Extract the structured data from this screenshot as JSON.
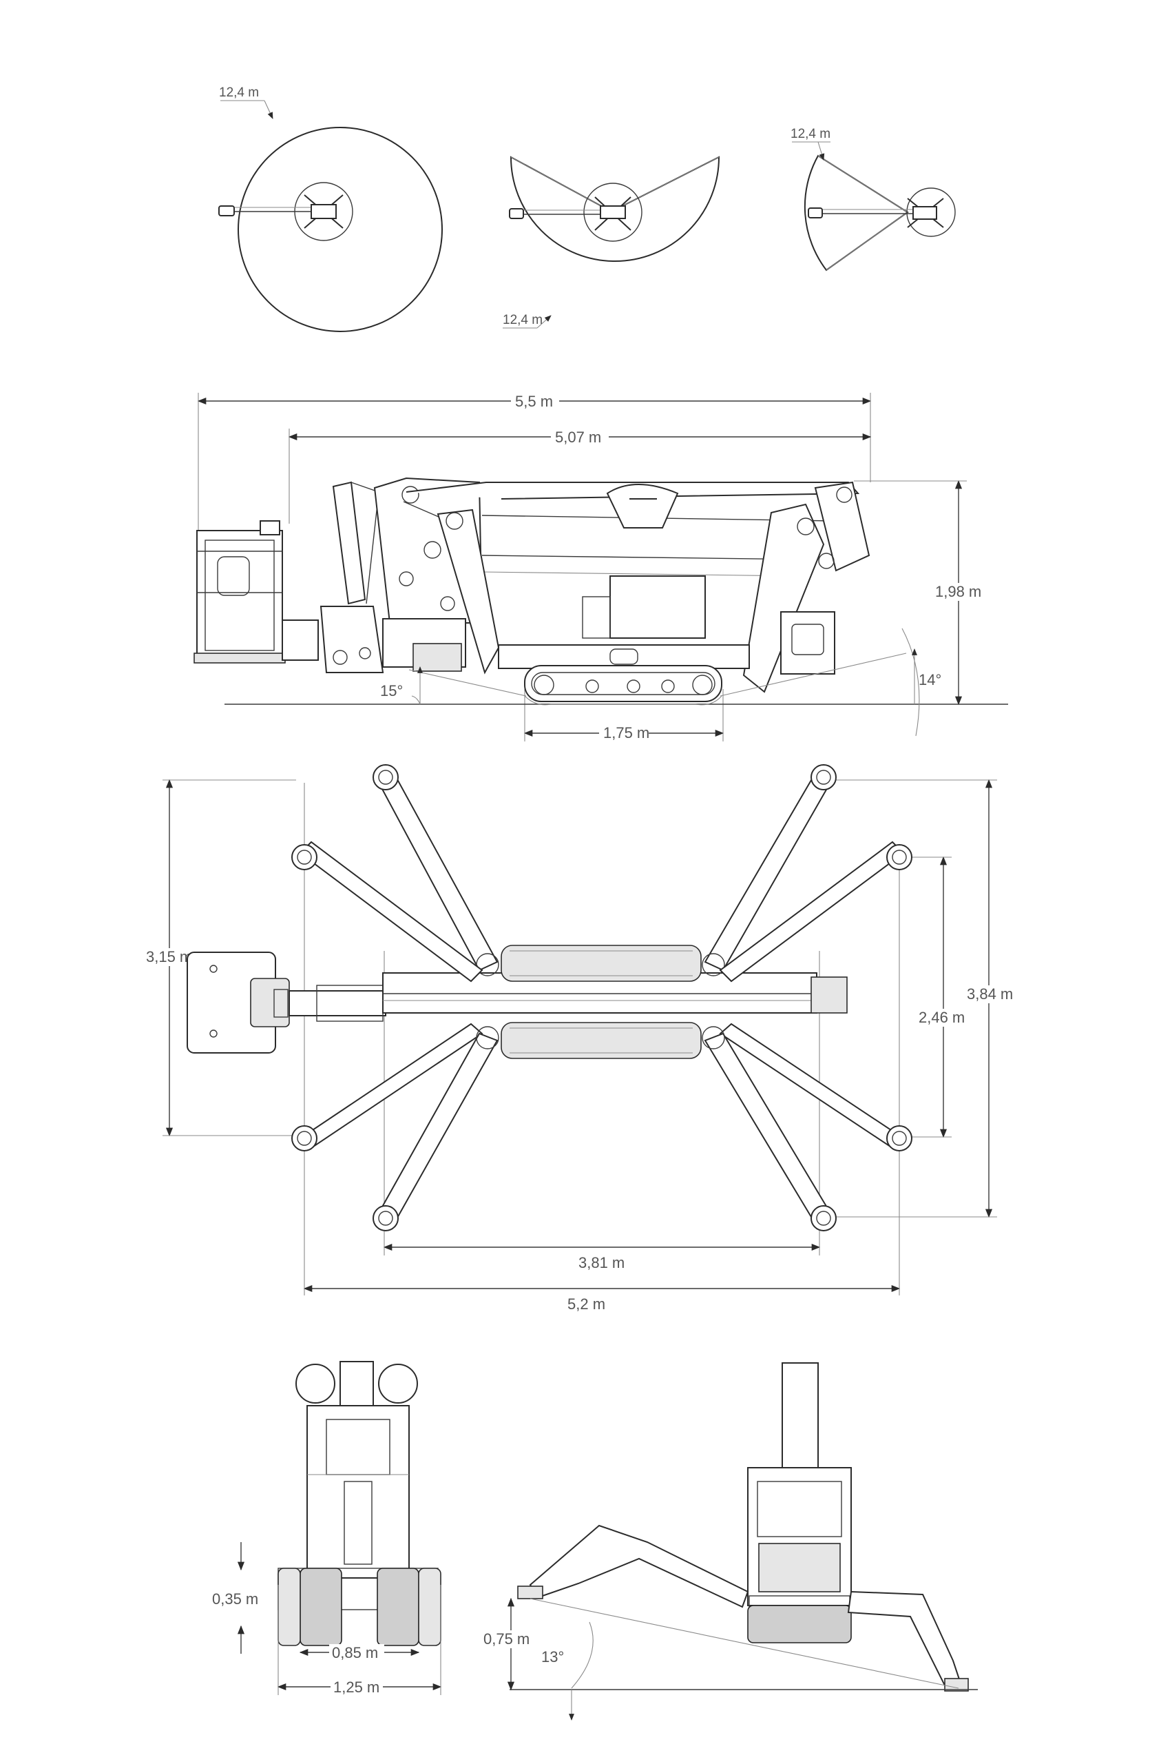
{
  "colors": {
    "line": "#2b2b2b",
    "label": "#555555",
    "fill_light": "#e6e6e6"
  },
  "reach": {
    "radius_full": "12,4 m",
    "radius_sector": "12,4 m",
    "radius_narrow": "12,4 m"
  },
  "side_view": {
    "total_length": "5,5 m",
    "stowed_length": "5,07 m",
    "height": "1,98 m",
    "track_length": "1,75 m",
    "front_angle": "15°",
    "rear_angle": "14°"
  },
  "top_view": {
    "basket_width": "3,15 m",
    "outrigger_span_outer": "3,84 m",
    "outrigger_span_inner": "2,46 m",
    "outrigger_length_inner": "3,81 m",
    "outrigger_length_outer": "5,2 m"
  },
  "front_view": {
    "ground_clearance": "0,35 m",
    "track_width_inner": "0,85 m",
    "track_width_outer": "1,25 m"
  },
  "rear_view": {
    "outrigger_height": "0,75 m",
    "slope_angle": "13°"
  }
}
